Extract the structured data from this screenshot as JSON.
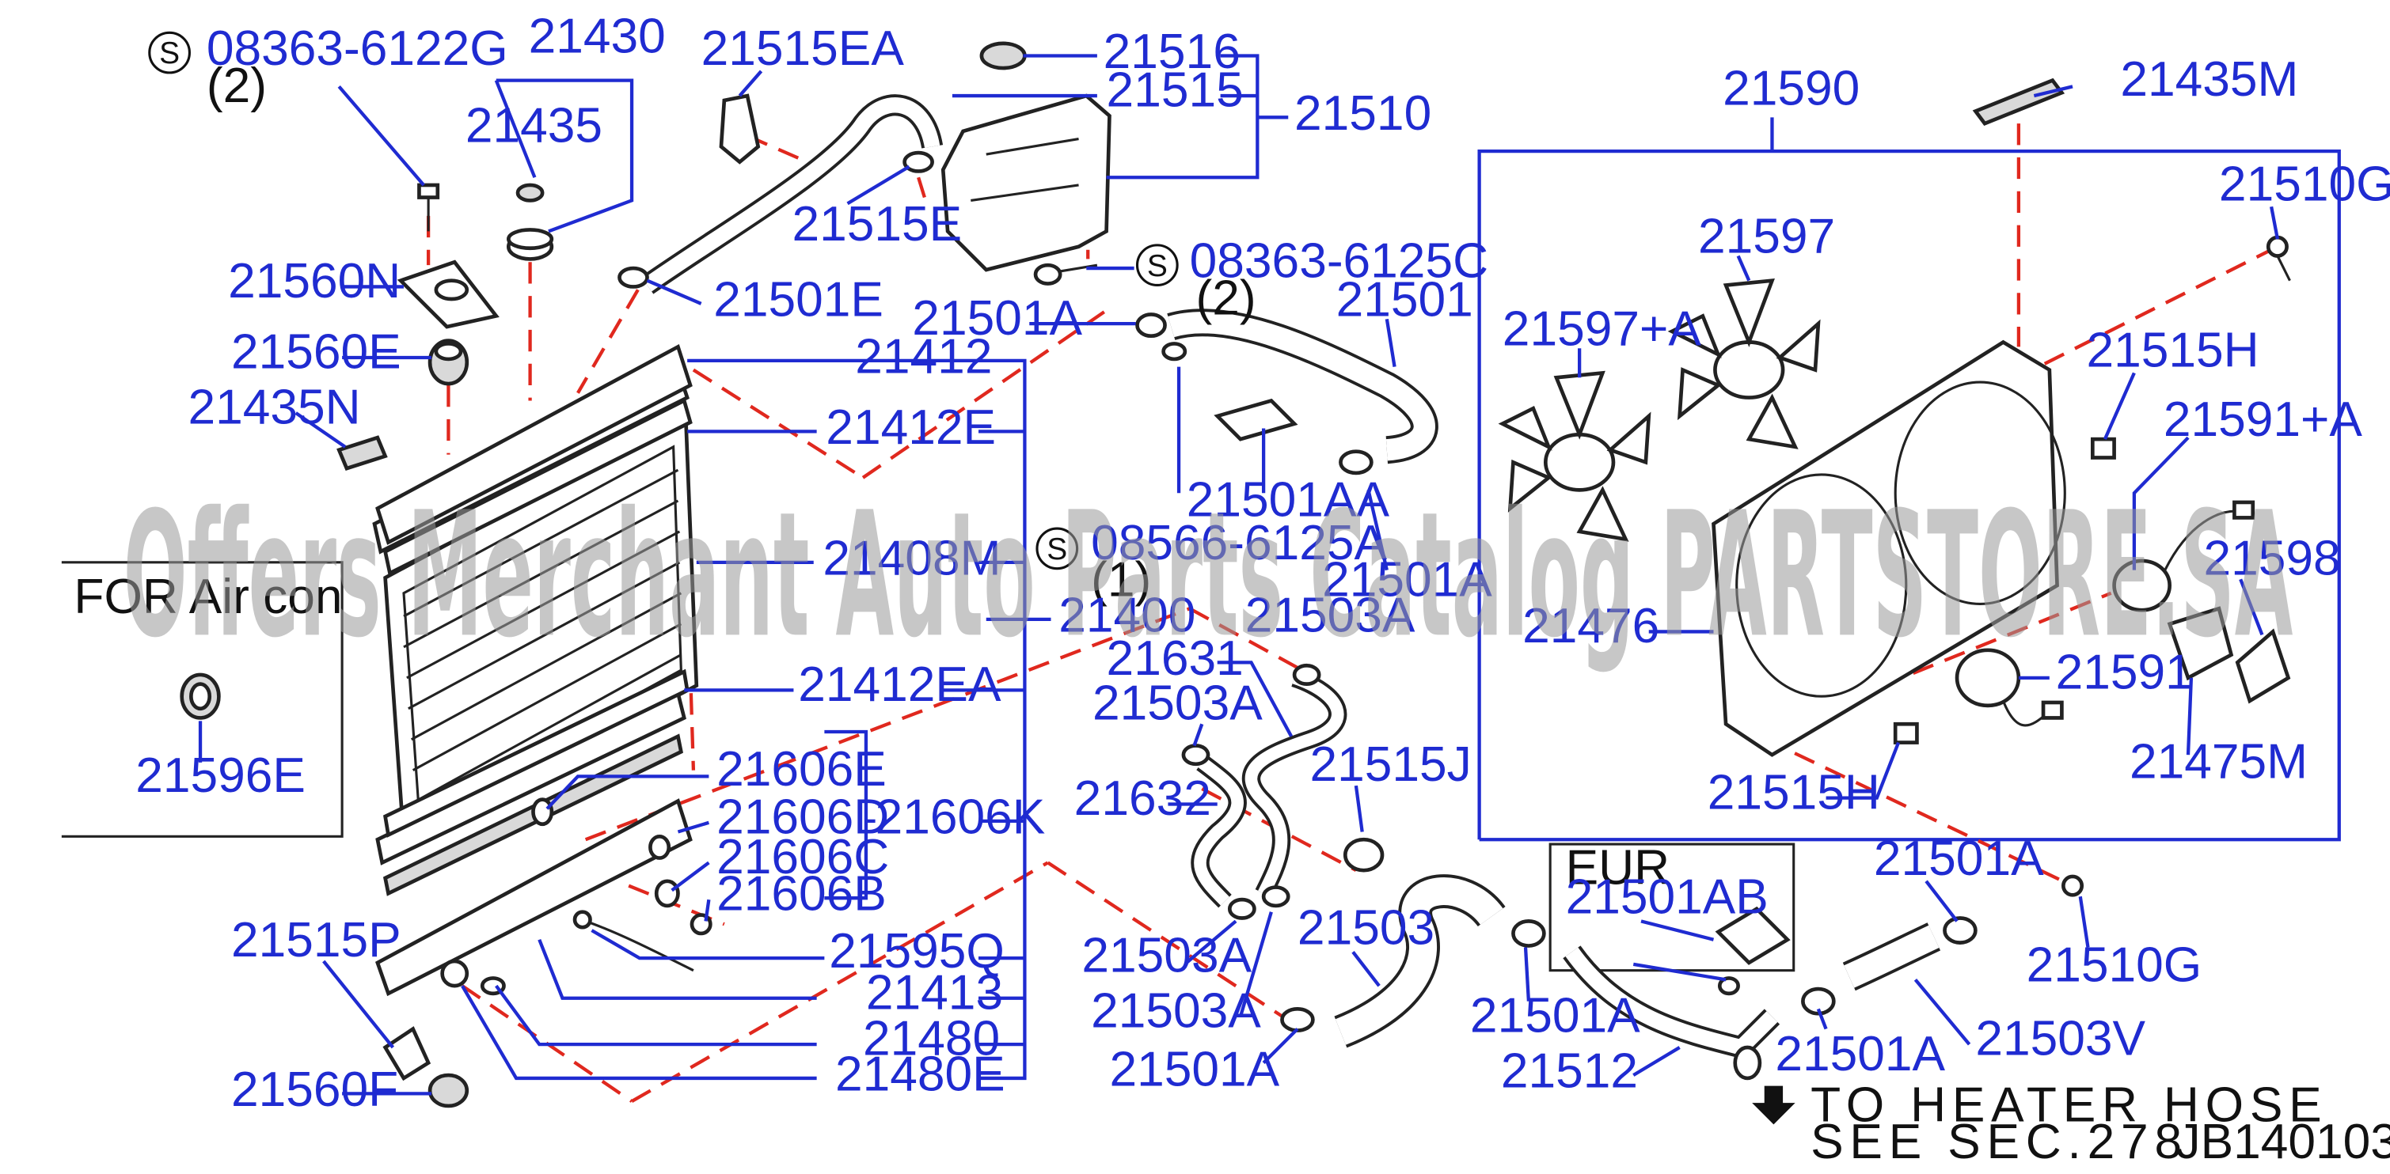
{
  "labels": {
    "s1_num": "08363-6122G",
    "s1_qty": "(2)",
    "l21430": "21430",
    "l21435": "21435",
    "l21560N": "21560N",
    "l21560E": "21560E",
    "l21435N": "21435N",
    "l21515EA": "21515EA",
    "l21515E": "21515E",
    "l21501E": "21501E",
    "l21516": "21516",
    "l21515": "21515",
    "l21510": "21510",
    "s2_num": "08363-6125C",
    "s2_qty": "(2)",
    "l21501A_1": "21501A",
    "l21501": "21501",
    "l21412": "21412",
    "l21412E": "21412E",
    "l21501AA": "21501AA",
    "l21408M": "21408M",
    "s3_num": "08566-6125A",
    "s3_qty": "(1)",
    "l21400": "21400",
    "l21501A_2": "21501A",
    "l21503A_top": "21503A",
    "l21412EA": "21412EA",
    "l21631": "21631",
    "l21503A_1": "21503A",
    "l21515J": "21515J",
    "l21606E": "21606E",
    "l21606K": "21606K",
    "l21632": "21632",
    "l21606D": "21606D",
    "l21606C": "21606C",
    "l21606B": "21606B",
    "l21515P": "21515P",
    "l21595Q": "21595Q",
    "l21503": "21503",
    "l21503A_2": "21503A",
    "l21413": "21413",
    "l21503A_3": "21503A",
    "l21480": "21480",
    "l21501A_3": "21501A",
    "l21480E": "21480E",
    "l21560F": "21560F",
    "l21590": "21590",
    "l21435M": "21435M",
    "l21510G_1": "21510G",
    "l21597": "21597",
    "l21597A": "21597+A",
    "l21515H_1": "21515H",
    "l21591A": "21591+A",
    "l21598": "21598",
    "l21476": "21476",
    "l21591": "21591",
    "l21475M": "21475M",
    "l21515H_2": "21515H",
    "eur_title": "EUR",
    "l21501AB": "21501AB",
    "l21501A_4": "21501A",
    "l21501A_5": "21501A",
    "l21510G_2": "21510G",
    "l21501A_6": "21501A",
    "l21512": "21512",
    "l21503V": "21503V",
    "for_title": "FOR Air con",
    "l21596E": "21596E",
    "heater_line1": "TO  HEATER  HOSE",
    "heater_line2": "SEE   SEC.278",
    "code": "JB140103",
    "watermark": "Offers Merchant Auto Parts Catalog PARTSTORE.SA",
    "screw_symbol": "S"
  },
  "colors": {
    "label": "#1f2bd1",
    "dash": "#e0281e",
    "line": "#222222"
  }
}
